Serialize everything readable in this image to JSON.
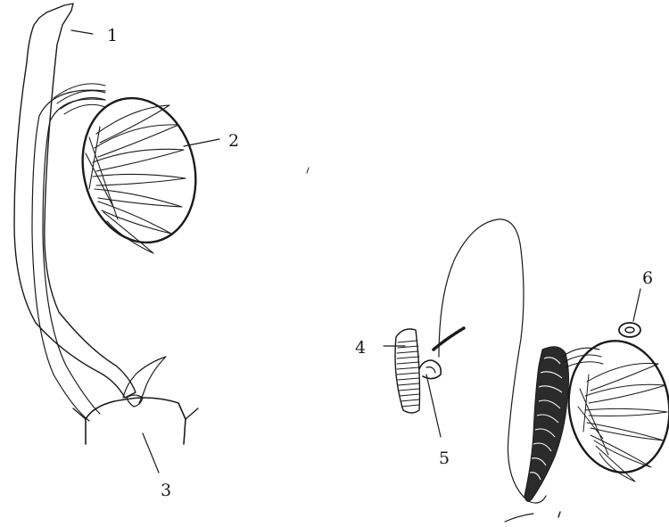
{
  "labels": {
    "l1": "1",
    "l2": "2",
    "l3": "3",
    "l4": "4",
    "l5": "5",
    "l6": "6"
  },
  "colors": {
    "ink": "#1a1a1a",
    "stipple": "#b5b5b5",
    "background": "#ffffff"
  }
}
